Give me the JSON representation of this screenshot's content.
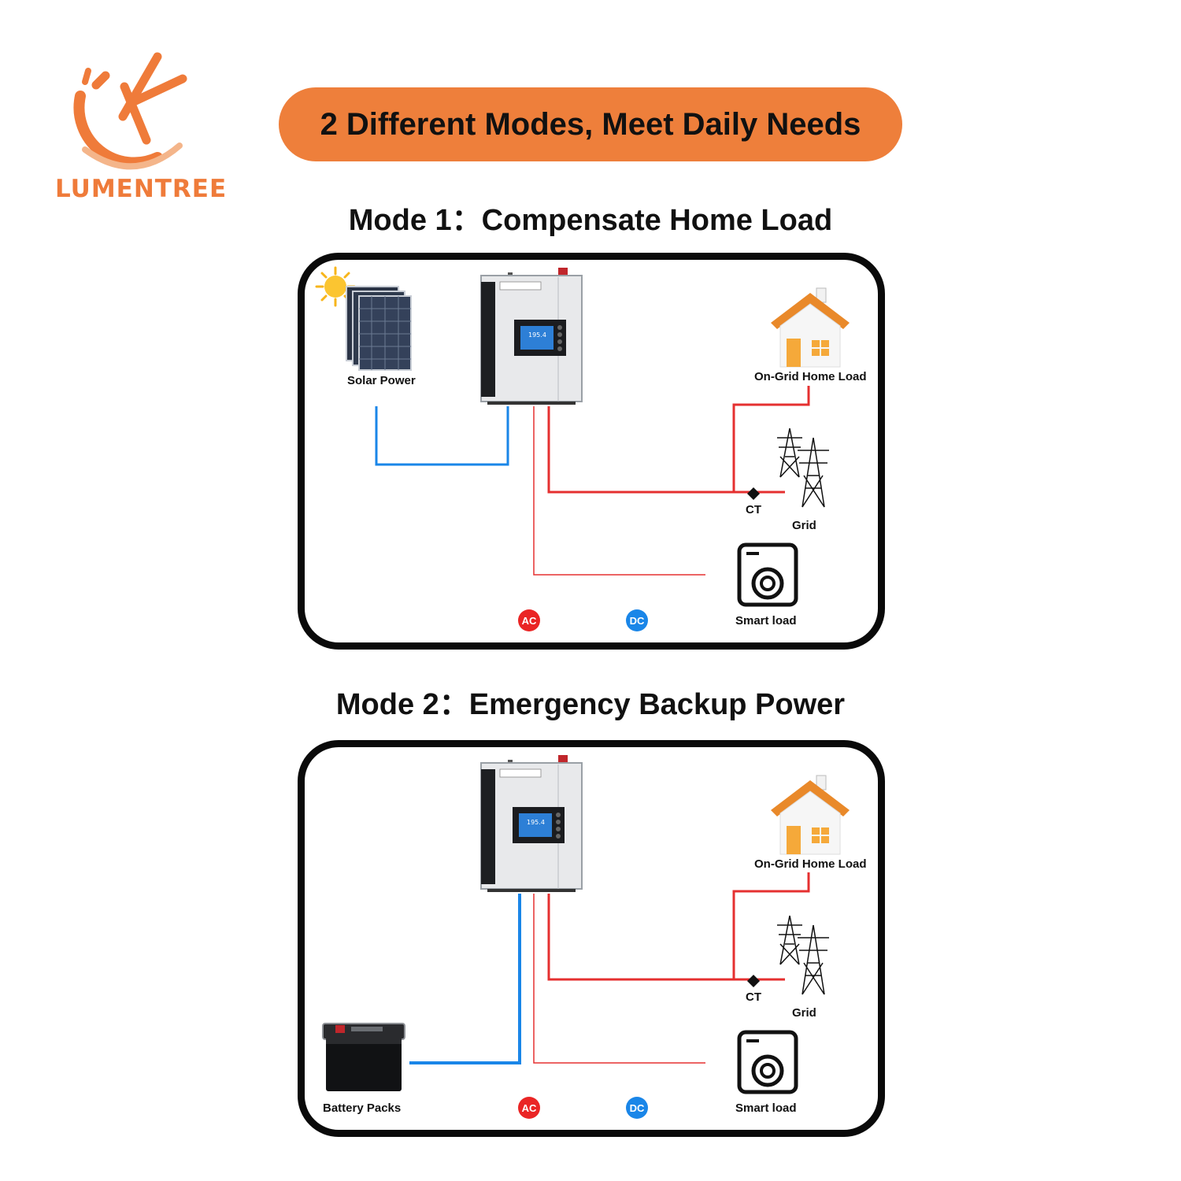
{
  "brand": {
    "name": "LUMENTREE",
    "accent": "#ef7b3a"
  },
  "banner": {
    "text": "2 Different Modes, Meet Daily Needs",
    "color": "#ee7f3b"
  },
  "mode1": {
    "title": "Mode 1：Compensate Home Load",
    "labels": {
      "solar": "Solar Power",
      "home": "On-Grid Home Load",
      "ct": "CT",
      "grid": "Grid",
      "smart": "Smart load",
      "ac": "AC",
      "dc": "DC"
    },
    "screen": {
      "reading": "195.4"
    }
  },
  "mode2": {
    "title": "Mode 2：Emergency Backup Power",
    "labels": {
      "battery": "Battery Packs",
      "home": "On-Grid Home Load",
      "ct": "CT",
      "grid": "Grid",
      "smart": "Smart load",
      "ac": "AC",
      "dc": "DC"
    },
    "screen": {
      "reading": "195.4"
    }
  },
  "colors": {
    "ac_wire": "#e53030",
    "dc_wire": "#1a86e8"
  },
  "icons": [
    "lumentree-logo-icon",
    "sun-icon",
    "solar-panel-icon",
    "inverter-icon",
    "house-icon",
    "transmission-tower-icon",
    "ct-clamp-icon",
    "washing-machine-icon",
    "battery-icon"
  ]
}
